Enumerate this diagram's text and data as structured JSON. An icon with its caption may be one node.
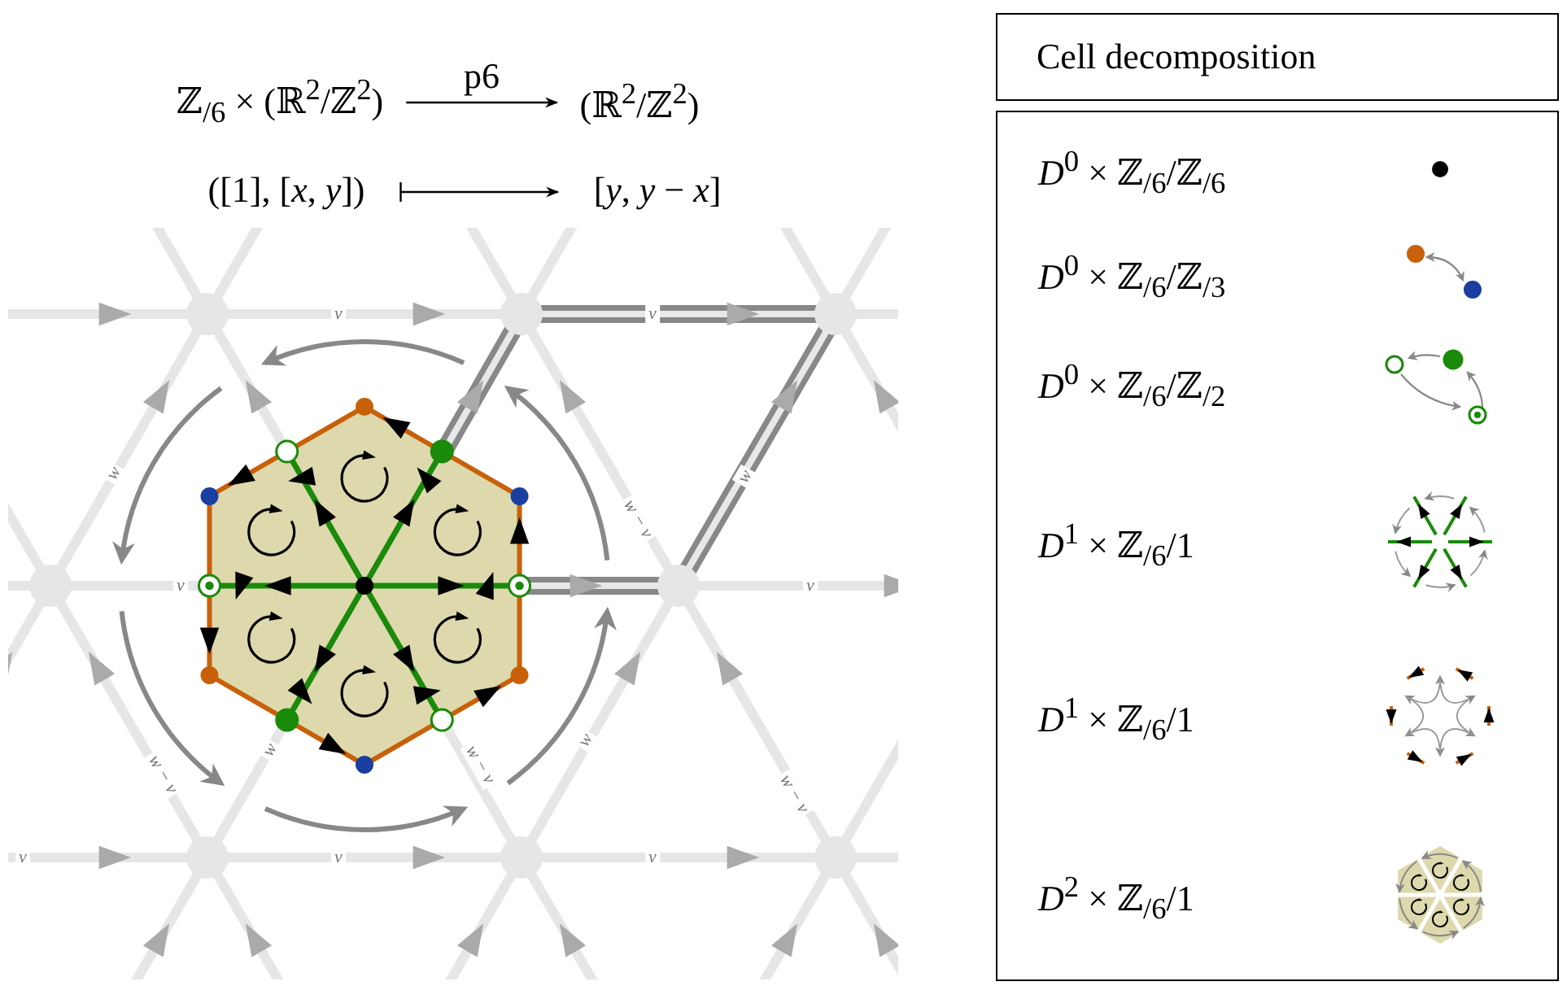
{
  "diagram": {
    "nodes": [
      {
        "text": [
          "ℤ$_{/6}$ × (ℝ$^{2}$/ℤ$^{2}$)"
        ]
      },
      {
        "text": [
          "(ℝ$^{2}$/ℤ$^{2}$)"
        ]
      },
      {
        "text": [
          "([1], [*x*, *y*])"
        ]
      },
      {
        "text": [
          "[*y*, *y* − *x*]"
        ]
      },
      {
        "text": [
          "Cell decomposition"
        ]
      }
    ],
    "edges": [
      {
        "from": 0,
        "to": 1,
        "arrow": "to",
        "label": "p6"
      },
      {
        "from": 2,
        "to": 3,
        "arrow": "to"
      }
    ],
    "labels": [
      "v",
      "v",
      "w",
      "w − v",
      "w",
      "v",
      "v",
      "w − v",
      "w",
      "w − v",
      "w",
      "w − v",
      "v",
      "v",
      "v"
    ],
    "legend": [
      {
        "text": "*D*$^{0}$ × ℤ$_{/6}$/ℤ$_{/6}$"
      },
      {
        "text": "*D*$^{0}$ × ℤ$_{/6}$/ℤ$_{/3}$"
      },
      {
        "text": "*D*$^{0}$ × ℤ$_{/6}$/ℤ$_{/2}$"
      },
      {
        "text": "*D*$^{1}$ × ℤ$_{/6}$/1"
      },
      {
        "text": "*D*$^{1}$ × ℤ$_{/6}$/1"
      },
      {
        "text": "*D*$^{2}$ × ℤ$_{/6}$/1"
      }
    ]
  }
}
